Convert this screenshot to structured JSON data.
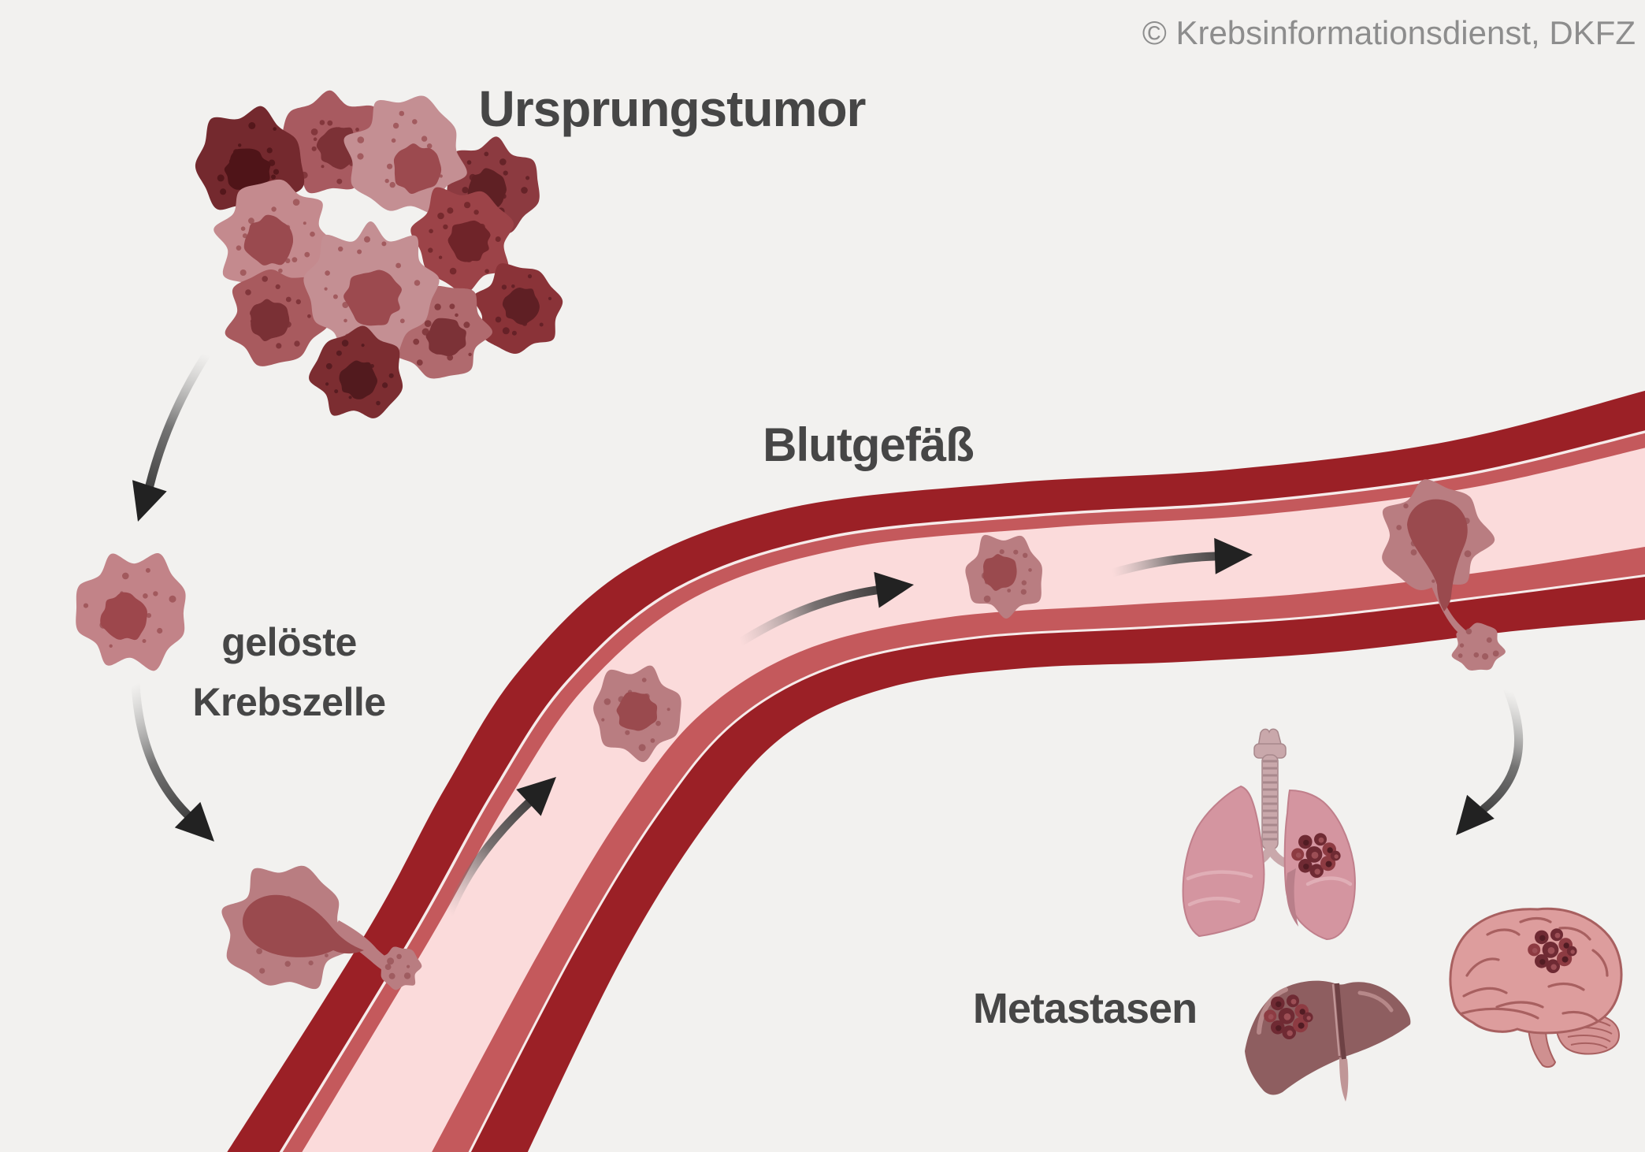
{
  "copyright": "© Krebsinformationsdienst, DKFZ",
  "labels": {
    "primary_tumor": "Ursprungstumor",
    "blood_vessel": "Blutgefäß",
    "detached_cell_line1": "gelöste",
    "detached_cell_line2": "Krebszelle",
    "metastases": "Metastasen"
  },
  "illustration": {
    "stages": [
      "Ursprungstumor",
      "gelöste Krebszelle",
      "Blutgefäß",
      "Metastasen"
    ],
    "metastasis_sites": [
      "lungs",
      "liver",
      "brain"
    ]
  },
  "colors": {
    "background": "#f2f1ef",
    "vessel_wall": "#9b2026",
    "vessel_inner": "#c4595c",
    "vessel_lumen": "#fbdbdb",
    "vessel_seam": "#f6ebea",
    "cell_light": "#c48f93",
    "cell_medium": "#b97d81",
    "cell_dark": "#7c2d31",
    "cell_nucleus": "#9a4a4e",
    "arrow": "#222222",
    "label_text": "#464646",
    "copyright_text": "#8d8d8d",
    "lung": "#d495a0",
    "liver": "#8e5e60",
    "brain": "#dd9d9d",
    "metastasis": "#6f2a33"
  }
}
